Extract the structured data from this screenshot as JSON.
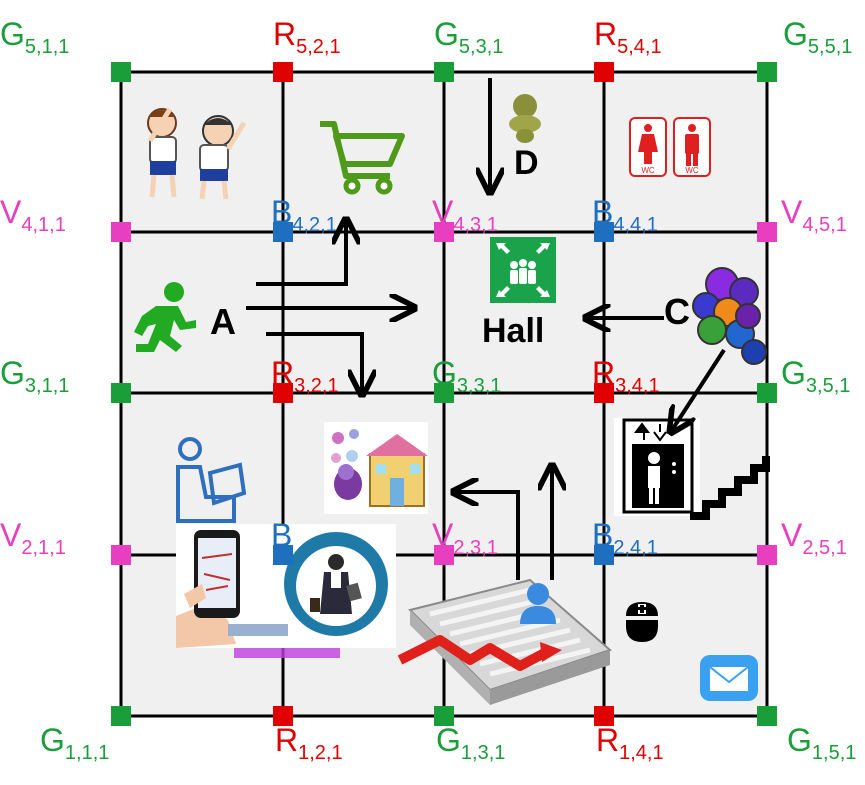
{
  "colors": {
    "G": "#1a9e3a",
    "R": "#e00000",
    "V": "#e83ec0",
    "B": "#1f6fc0",
    "cell": "#f0f0f0",
    "grid": "#000000"
  },
  "grid": {
    "rows": 4,
    "cols": 4
  },
  "node_labels": [
    {
      "letter": "G",
      "sub": "5,1,1"
    },
    {
      "letter": "R",
      "sub": "5,2,1"
    },
    {
      "letter": "G",
      "sub": "5,3,1"
    },
    {
      "letter": "R",
      "sub": "5,4,1"
    },
    {
      "letter": "G",
      "sub": "5,5,1"
    },
    {
      "letter": "V",
      "sub": "4,1,1"
    },
    {
      "letter": "B",
      "sub": "4,2,1"
    },
    {
      "letter": "V",
      "sub": "4,3,1"
    },
    {
      "letter": "B",
      "sub": "4,4,1"
    },
    {
      "letter": "V",
      "sub": "4,5,1"
    },
    {
      "letter": "G",
      "sub": "3,1,1"
    },
    {
      "letter": "R",
      "sub": "3,2,1"
    },
    {
      "letter": "G",
      "sub": "3,3,1"
    },
    {
      "letter": "R",
      "sub": "3,4,1"
    },
    {
      "letter": "G",
      "sub": "3,5,1"
    },
    {
      "letter": "V",
      "sub": "2,1,1"
    },
    {
      "letter": "B",
      "sub": ""
    },
    {
      "letter": "V",
      "sub": "2,3,1"
    },
    {
      "letter": "B",
      "sub": "2,4,1"
    },
    {
      "letter": "V",
      "sub": "2,5,1"
    },
    {
      "letter": "G",
      "sub": "1,1,1"
    },
    {
      "letter": "R",
      "sub": "1,2,1"
    },
    {
      "letter": "G",
      "sub": "1,3,1"
    },
    {
      "letter": "R",
      "sub": "1,4,1"
    },
    {
      "letter": "G",
      "sub": "1,5,1"
    }
  ],
  "labels": {
    "a": "A",
    "c": "C",
    "d": "D",
    "hall": "Hall",
    "wc_left": "WC",
    "wc_right": "WC"
  },
  "icons": [
    "exercising-kids-icon",
    "shopping-cart-icon",
    "person-top-view-icon",
    "restroom-icon",
    "running-person-icon",
    "assembly-point-icon",
    "crowd-icon",
    "reading-person-icon",
    "toys-shop-icon",
    "elevator-icon",
    "stairs-icon",
    "smartphone-navigation-icon",
    "businessman-tablet-icon",
    "maze-icon",
    "user-icon",
    "nurse-icon",
    "mail-icon"
  ]
}
